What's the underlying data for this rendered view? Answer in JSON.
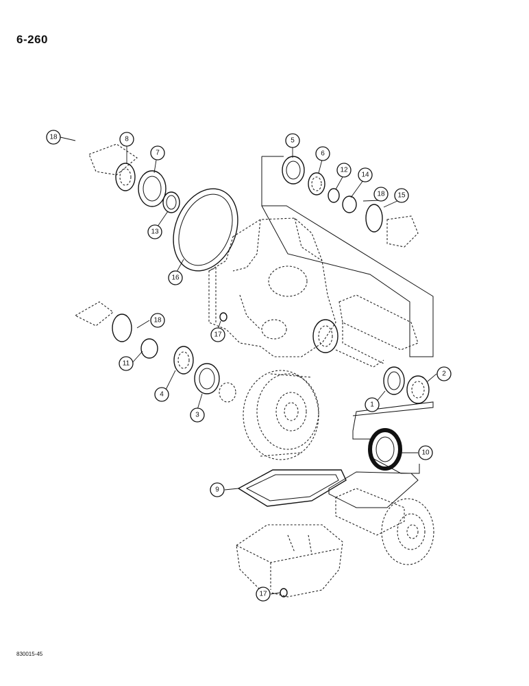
{
  "page_number": "6-260",
  "reference_code": "830015-45",
  "callouts": [
    {
      "label": "18"
    },
    {
      "label": "8"
    },
    {
      "label": "7"
    },
    {
      "label": "13"
    },
    {
      "label": "16"
    },
    {
      "label": "5"
    },
    {
      "label": "6"
    },
    {
      "label": "12"
    },
    {
      "label": "14"
    },
    {
      "label": "18"
    },
    {
      "label": "15"
    },
    {
      "label": "18"
    },
    {
      "label": "17"
    },
    {
      "label": "11"
    },
    {
      "label": "4"
    },
    {
      "label": "3"
    },
    {
      "label": "1"
    },
    {
      "label": "2"
    },
    {
      "label": "10"
    },
    {
      "label": "9"
    },
    {
      "label": "17"
    }
  ]
}
